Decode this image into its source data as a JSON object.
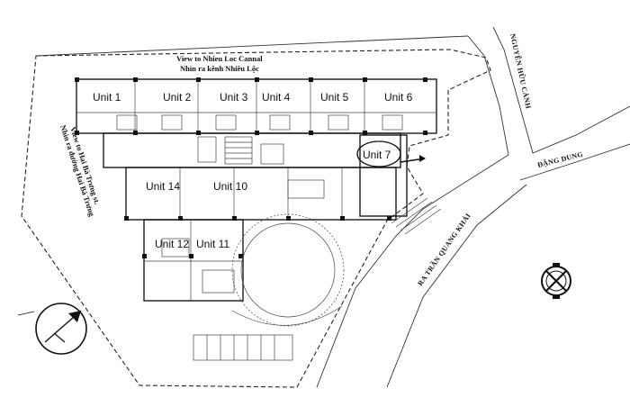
{
  "view_labels": {
    "canal_en": "View to Nhieu Loc Cannal",
    "canal_vi": "Nhìn ra kênh Nhiêu Lộc",
    "hbt_en": "View to Hai Bà Trưng st.",
    "hbt_vi": "Nhìn ra đường Hai Bà Trưng"
  },
  "streets": {
    "nguyen_huu_canh": "NGUYỄN HỮU CẢNH",
    "dang_dung": "ĐẶNG DUNG",
    "tran_quang_khai": "RA TRẦN QUANG KHẢI"
  },
  "units": [
    {
      "id": "unit-1",
      "label": "Unit 1"
    },
    {
      "id": "unit-2",
      "label": "Unit 2"
    },
    {
      "id": "unit-3",
      "label": "Unit 3"
    },
    {
      "id": "unit-4",
      "label": "Unit 4"
    },
    {
      "id": "unit-5",
      "label": "Unit 5"
    },
    {
      "id": "unit-6",
      "label": "Unit 6"
    },
    {
      "id": "unit-7",
      "label": "Unit 7"
    },
    {
      "id": "unit-14",
      "label": "Unit 14"
    },
    {
      "id": "unit-10",
      "label": "Unit 10"
    },
    {
      "id": "unit-12",
      "label": "Unit 12"
    },
    {
      "id": "unit-11",
      "label": "Unit 11"
    }
  ],
  "icons": {
    "north_arrow": "north-arrow-icon",
    "compass_rose": "compass-rose-icon"
  }
}
